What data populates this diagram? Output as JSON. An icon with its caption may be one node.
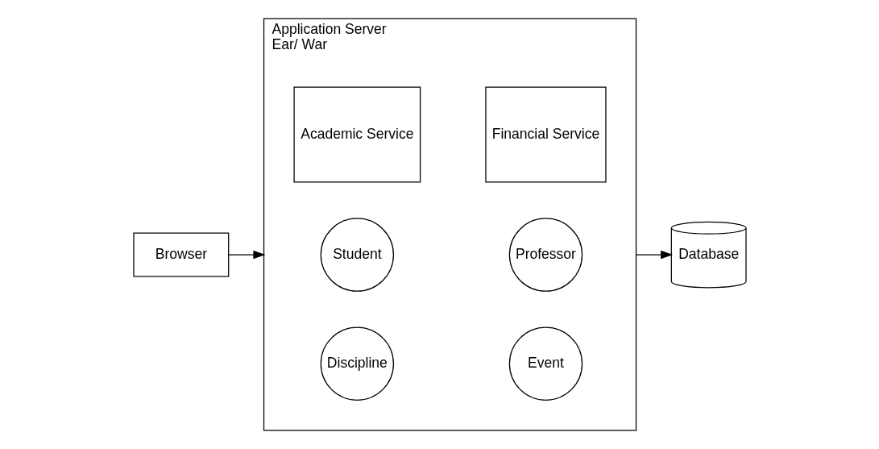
{
  "diagram": {
    "nodes": [
      {
        "text": [
          "Browser"
        ]
      },
      {
        "text": [
          "Application Server",
          "Ear/ War"
        ]
      },
      {
        "text": [
          "Academic Service"
        ],
        "in": 1
      },
      {
        "text": [
          "Financial Service"
        ],
        "in": 1
      },
      {
        "text": [
          "Student"
        ],
        "in": 1
      },
      {
        "text": [
          "Professor"
        ],
        "in": 1
      },
      {
        "text": [
          "Discipline"
        ],
        "in": 1
      },
      {
        "text": [
          "Event"
        ],
        "in": 1
      },
      {
        "text": [
          "Database"
        ]
      }
    ],
    "edges": [
      {
        "from": 0,
        "to": 1,
        "arrow": "to"
      },
      {
        "from": 1,
        "to": 8,
        "arrow": "to"
      }
    ]
  }
}
